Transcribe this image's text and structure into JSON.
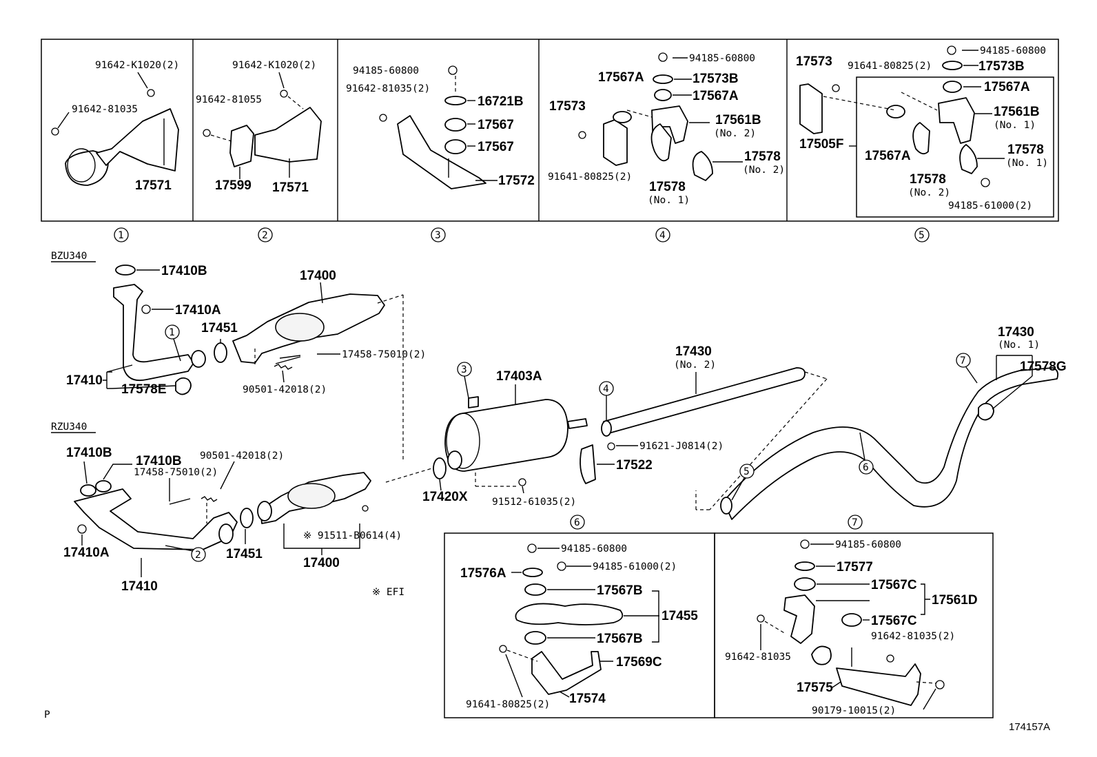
{
  "diagram_code": "174157A",
  "corner_mark": "P",
  "efi_note": "※ EFI",
  "variants": {
    "bzu": "BZU340",
    "rzu": "RZU340"
  },
  "detail_numbers": [
    "①",
    "②",
    "③",
    "④",
    "⑤",
    "⑥",
    "⑦"
  ],
  "ref_markers": [
    "1",
    "2",
    "3",
    "4",
    "5",
    "6",
    "7"
  ],
  "panel1": {
    "bolt1": "91642-K1020(2)",
    "bolt2": "91642-81035",
    "bracket": "17571"
  },
  "panel2": {
    "bolt1": "91642-K1020(2)",
    "bolt2": "91642-81055",
    "clamp": "17599",
    "bracket": "17571"
  },
  "panel3": {
    "nut": "94185-60800",
    "bolt": "91642-81035(2)",
    "washer": "16721B",
    "cushion1": "17567",
    "cushion2": "17567",
    "bracket": "17572"
  },
  "panel4": {
    "nut": "94185-60800",
    "washer": "17573B",
    "cushion_a1": "17567A",
    "cushion_a2": "17567A",
    "bracket": "17573",
    "support": "17561B",
    "support_no": "(No. 2)",
    "band2": "17578",
    "band2_no": "(No. 2)",
    "band1": "17578",
    "band1_no": "(No. 1)",
    "bolt": "91641-80825(2)"
  },
  "panel5": {
    "nut": "94185-60800",
    "washer": "17573B",
    "bracket": "17573",
    "bolt": "91641-80825(2)",
    "cushion_a1": "17567A",
    "cushion_a2": "17567A",
    "support": "17561B",
    "support_no": "(No. 1)",
    "band1": "17578",
    "band1_no": "(No. 1)",
    "band2": "17578",
    "band2_no": "(No. 2)",
    "assy": "17505F",
    "nut2": "94185-61000(2)"
  },
  "main": {
    "gasket_b": "17410B",
    "nut_a": "17410A",
    "pipe": "17410",
    "clamp_e": "17578E",
    "cat": "17400",
    "gasket": "17451",
    "bolt_ext": "17458-75010(2)",
    "spring": "90501-42018(2)",
    "rzu_gasket_b1": "17410B",
    "rzu_gasket_b2": "17410B",
    "rzu_spring": "90501-42018(2)",
    "rzu_bolt_ext": "17458-75010(2)",
    "rzu_nut_a": "17410A",
    "rzu_pipe": "17410",
    "rzu_gasket": "17451",
    "rzu_cat": "17400",
    "sensor_bolt": "※ 91511-B0614(4)",
    "muffler": "17403A",
    "gasket_x": "17420X",
    "bolt_m": "91512-61035(2)",
    "heat_bolt": "91621-J0814(2)",
    "heat_ins": "17522",
    "tail2": "17430",
    "tail2_no": "(No. 2)",
    "tail1": "17430",
    "tail1_no": "(No. 1)",
    "clamp_g": "17578G"
  },
  "panel6": {
    "nut": "94185-60800",
    "nut2": "94185-61000(2)",
    "washer": "17576A",
    "cushion_b1": "17567B",
    "cushion_b2": "17567B",
    "support": "17455",
    "stud": "17569C",
    "bolt": "91641-80825(2)",
    "bracket": "17574"
  },
  "panel7": {
    "nut": "94185-60800",
    "washer": "17577",
    "cushion_c1": "17567C",
    "cushion_c2": "17567C",
    "support": "17561D",
    "bolt1": "91642-81035(2)",
    "bolt2": "91642-81035",
    "bracket": "17575",
    "nut2": "90179-10015(2)"
  }
}
